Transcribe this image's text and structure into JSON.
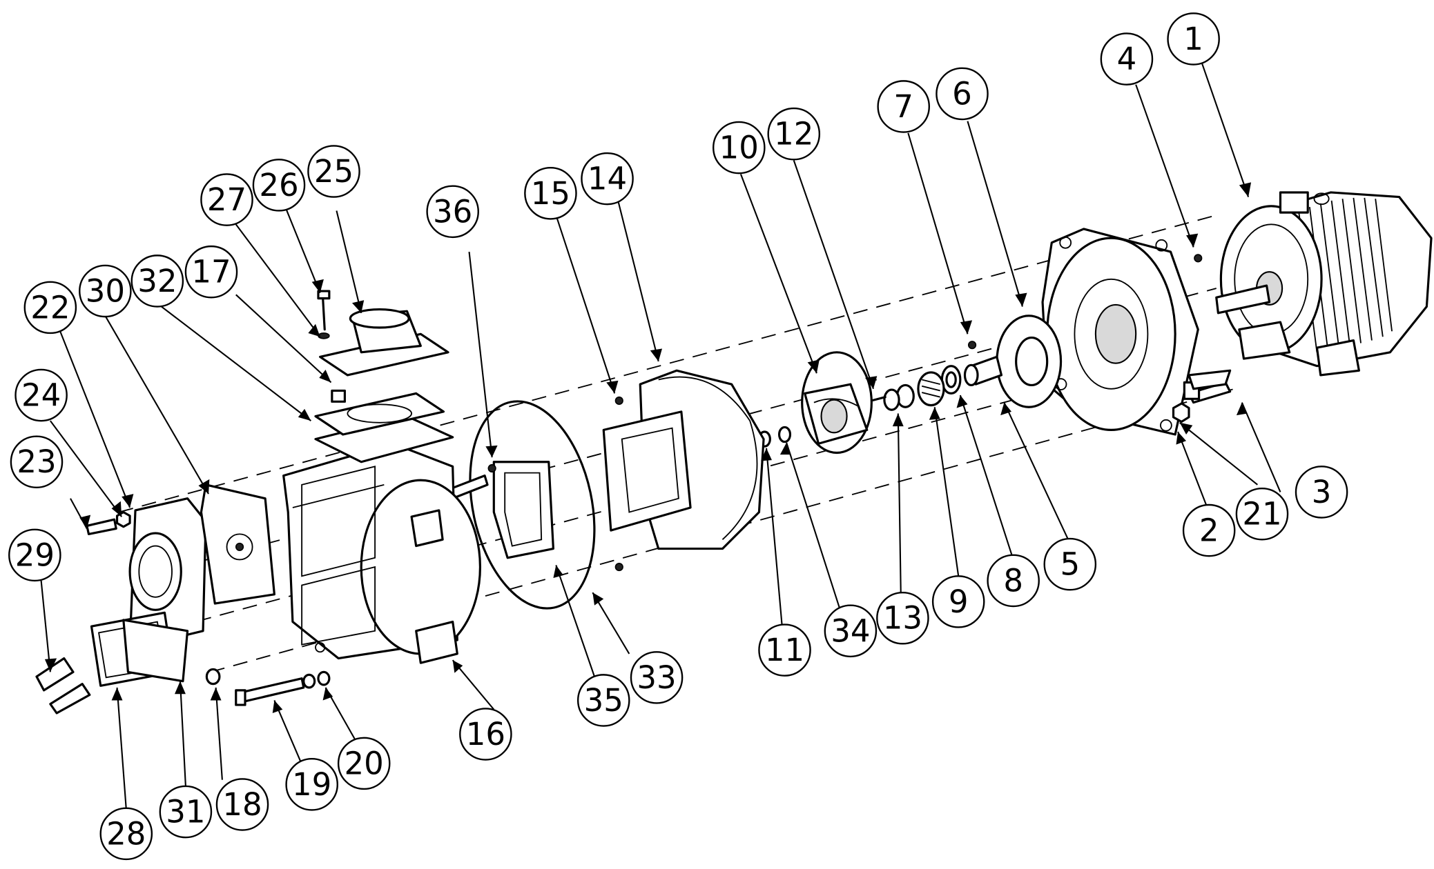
{
  "diagram": {
    "type": "exploded-assembly",
    "balloons": [
      {
        "id": "1",
        "label": "1"
      },
      {
        "id": "2",
        "label": "2"
      },
      {
        "id": "3",
        "label": "3"
      },
      {
        "id": "4",
        "label": "4"
      },
      {
        "id": "5",
        "label": "5"
      },
      {
        "id": "6",
        "label": "6"
      },
      {
        "id": "7",
        "label": "7"
      },
      {
        "id": "8",
        "label": "8"
      },
      {
        "id": "9",
        "label": "9"
      },
      {
        "id": "10",
        "label": "10"
      },
      {
        "id": "11",
        "label": "11"
      },
      {
        "id": "12",
        "label": "12"
      },
      {
        "id": "13",
        "label": "13"
      },
      {
        "id": "14",
        "label": "14"
      },
      {
        "id": "15",
        "label": "15"
      },
      {
        "id": "16",
        "label": "16"
      },
      {
        "id": "17",
        "label": "17"
      },
      {
        "id": "18",
        "label": "18"
      },
      {
        "id": "19",
        "label": "19"
      },
      {
        "id": "20",
        "label": "20"
      },
      {
        "id": "21",
        "label": "21"
      },
      {
        "id": "22",
        "label": "22"
      },
      {
        "id": "23",
        "label": "23"
      },
      {
        "id": "24",
        "label": "24"
      },
      {
        "id": "25",
        "label": "25"
      },
      {
        "id": "26",
        "label": "26"
      },
      {
        "id": "27",
        "label": "27"
      },
      {
        "id": "28",
        "label": "28"
      },
      {
        "id": "29",
        "label": "29"
      },
      {
        "id": "30",
        "label": "30"
      },
      {
        "id": "31",
        "label": "31"
      },
      {
        "id": "32",
        "label": "32"
      },
      {
        "id": "33",
        "label": "33"
      },
      {
        "id": "34",
        "label": "34"
      },
      {
        "id": "35",
        "label": "35"
      },
      {
        "id": "36",
        "label": "36"
      }
    ]
  }
}
